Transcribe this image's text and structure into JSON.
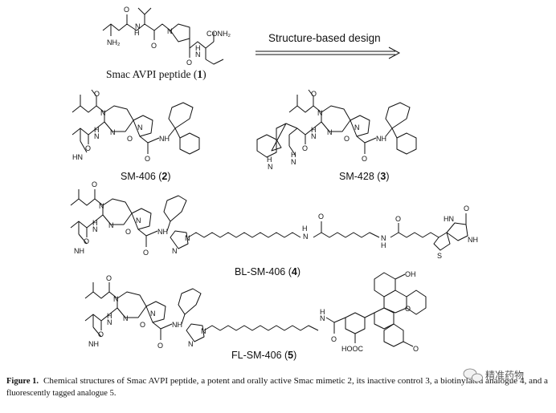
{
  "compounds": {
    "c1": {
      "name": "Smac AVPI peptide (",
      "num": "1",
      "close": ")"
    },
    "c2": {
      "name": "SM-406 (",
      "num": "2",
      "close": ")"
    },
    "c3": {
      "name": "SM-428 (",
      "num": "3",
      "close": ")"
    },
    "c4": {
      "name": "BL-SM-406 (",
      "num": "4",
      "close": ")"
    },
    "c5": {
      "name": "FL-SM-406 (",
      "num": "5",
      "close": ")"
    }
  },
  "arrow_label": "Structure-based design",
  "atoms": {
    "nh2": "NH₂",
    "conh2": "CONH₂",
    "n": "N",
    "h": "H",
    "o": "O",
    "nh": "NH",
    "hn": "HN",
    "s": "S",
    "oh": "OH",
    "hooc": "HOOC"
  },
  "caption": {
    "label": "Figure 1.",
    "line1": "Chemical structures of Smac AVPI peptide, a potent and orally active Smac mimetic 2, its inactive control 3, a biotinylated analogue 4, and a",
    "line2": "fluorescently tagged analogue 5."
  },
  "watermark": "精准药物"
}
